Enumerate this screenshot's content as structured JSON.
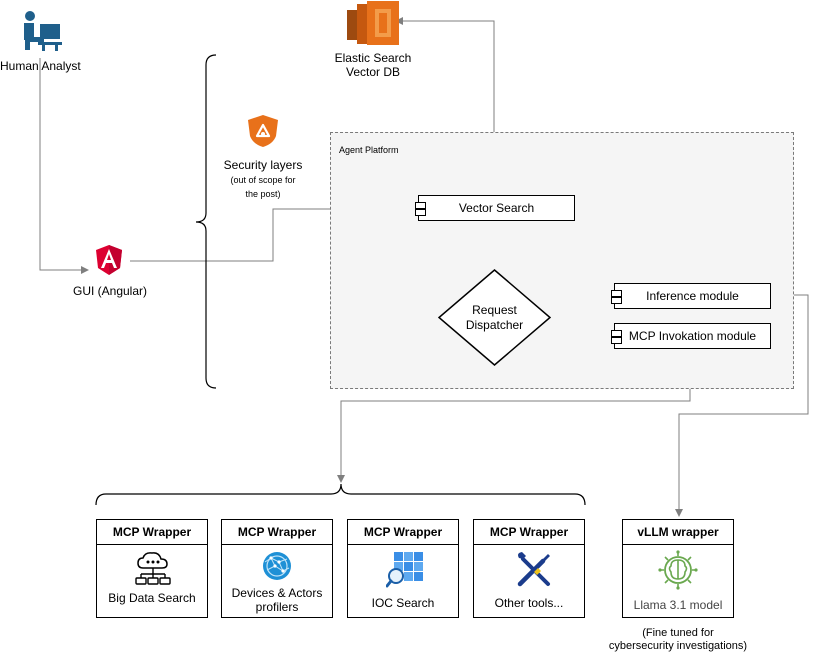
{
  "actors": {
    "analyst_label": "Human Analyst",
    "elastic_line1": "Elastic Search",
    "elastic_line2": "Vector DB",
    "gui_label": "GUI (Angular)"
  },
  "security": {
    "title": "Security layers",
    "note_line1": "(out of scope for",
    "note_line2": "the post)"
  },
  "platform": {
    "title": "Agent Platform",
    "vector_search": "Vector Search",
    "dispatcher_line1": "Request",
    "dispatcher_line2": "Dispatcher",
    "inference": "Inference module",
    "mcp_invocation": "MCP Invokation module"
  },
  "wrappers": [
    {
      "title": "MCP Wrapper",
      "label_lines": [
        "Big Data Search"
      ],
      "icon": "cloud-network-icon"
    },
    {
      "title": "MCP Wrapper",
      "label_lines": [
        "Devices & Actors",
        "profilers"
      ],
      "icon": "globe-network-icon"
    },
    {
      "title": "MCP Wrapper",
      "label_lines": [
        "IOC Search"
      ],
      "icon": "grid-search-icon"
    },
    {
      "title": "MCP Wrapper",
      "label_lines": [
        "Other tools..."
      ],
      "icon": "tools-icon"
    }
  ],
  "vllm": {
    "title": "vLLM wrapper",
    "label": "Llama 3.1 model",
    "note_line1": "(Fine tuned for",
    "note_line2": "cybersecurity investigations)",
    "icon": "brain-chip-icon"
  },
  "colors": {
    "edge": "#7f7f7f",
    "aws_orange": "#e8711a",
    "angular_red": "#dd0031",
    "analyst_blue": "#1f5f8b",
    "azure_blue": "#1e90d6",
    "tool_navy": "#1b3c8c",
    "llm_green": "#6aa84f",
    "platform_bg": "#f5f5f5"
  }
}
